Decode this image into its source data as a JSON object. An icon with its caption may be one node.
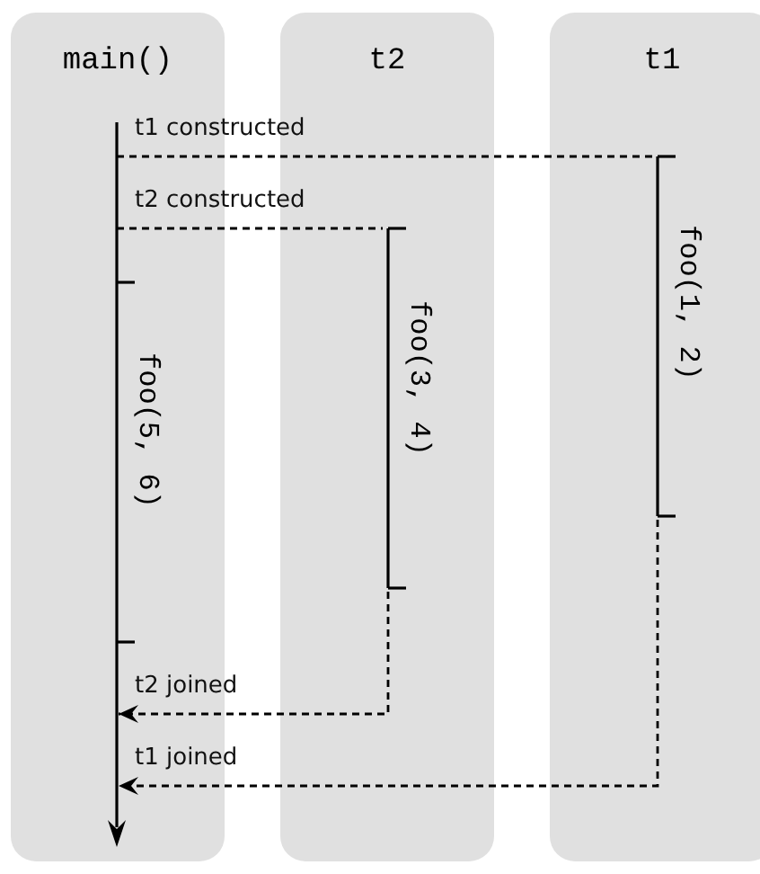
{
  "diagram": {
    "nodes": [
      {
        "text": [
          "main()"
        ]
      },
      {
        "text": [
          "t2"
        ]
      },
      {
        "text": [
          "t1"
        ]
      },
      {
        "text": [
          "foo(5, 6)"
        ],
        "in": 0
      },
      {
        "text": [
          "foo(3, 4)"
        ],
        "in": 1
      },
      {
        "text": [
          "foo(1, 2)"
        ],
        "in": 2
      }
    ],
    "edges": [
      {
        "from": 3,
        "to": 5,
        "arrow": "none",
        "style": "dashed",
        "label": "t1 constructed"
      },
      {
        "from": 3,
        "to": 4,
        "arrow": "none",
        "style": "dashed",
        "label": "t2 constructed"
      },
      {
        "from": 4,
        "to": 3,
        "arrow": "to",
        "style": "dashed",
        "label": "t2 joined"
      },
      {
        "from": 5,
        "to": 3,
        "arrow": "to",
        "style": "dashed",
        "label": "t1 joined"
      }
    ]
  }
}
